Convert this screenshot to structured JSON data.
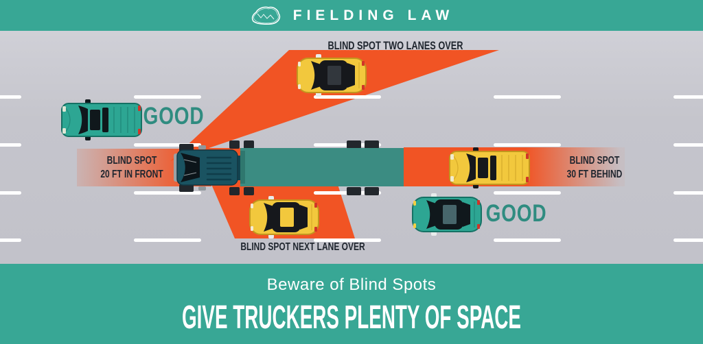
{
  "header": {
    "brand": "FIELDING LAW",
    "logo_icon": "mountain-sketch-icon"
  },
  "diagram": {
    "labels": {
      "two_lanes_over": "BLIND SPOT TWO LANES OVER",
      "front_l1": "BLIND SPOT",
      "front_l2": "20 FT IN FRONT",
      "behind_l1": "BLIND SPOT",
      "behind_l2": "30 FT BEHIND",
      "next_lane_over": "BLIND SPOT NEXT LANE OVER",
      "good_ahead": "GOOD",
      "good_behind": "GOOD"
    },
    "vehicles": [
      {
        "name": "semi-truck",
        "type": "semi-truck",
        "color": "teal",
        "facing": "left"
      },
      {
        "name": "pickup-ahead-left",
        "type": "pickup-truck",
        "color": "teal",
        "zone": "good"
      },
      {
        "name": "car-two-lanes-over",
        "type": "car",
        "color": "yellow",
        "zone": "blind-spot"
      },
      {
        "name": "car-next-lane-over",
        "type": "car",
        "color": "yellow",
        "zone": "blind-spot"
      },
      {
        "name": "pickup-behind",
        "type": "pickup-truck",
        "color": "yellow",
        "zone": "blind-spot"
      },
      {
        "name": "car-behind-right",
        "type": "car",
        "color": "teal",
        "zone": "good"
      }
    ],
    "colors": {
      "banner_teal": "#38a795",
      "road_gray": "#c4c4cb",
      "blind_spot_orange": "#f15424",
      "trailer_teal": "#3b8c82",
      "cab_teal": "#1a5361",
      "safe_vehicle_teal": "#2da693",
      "blind_spot_vehicle_yellow": "#f2c83d",
      "good_text_teal": "#2f8c80",
      "label_text_dark": "#20262f",
      "lane_marking_white": "#ffffff"
    }
  },
  "footer": {
    "subtitle": "Beware of Blind Spots",
    "title": "GIVE TRUCKERS PLENTY OF SPACE"
  }
}
